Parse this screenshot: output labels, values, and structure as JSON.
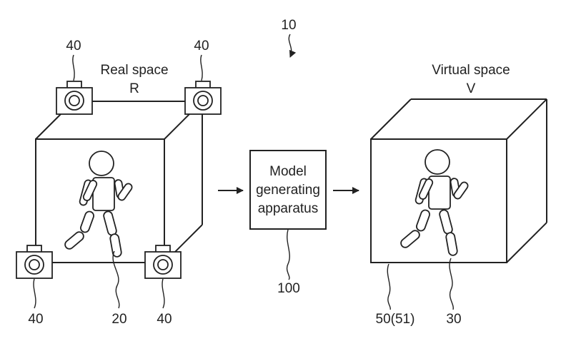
{
  "figure": {
    "ref_system": "10",
    "real_space_label": "Real space",
    "real_space_letter": "R",
    "virtual_space_label": "Virtual space",
    "virtual_space_letter": "V",
    "apparatus_line1": "Model",
    "apparatus_line2": "generating",
    "apparatus_line3": "apparatus",
    "ref_apparatus": "100",
    "ref_camera": "40",
    "ref_subject": "20",
    "ref_virtual_space": "50(51)",
    "ref_model": "30"
  }
}
